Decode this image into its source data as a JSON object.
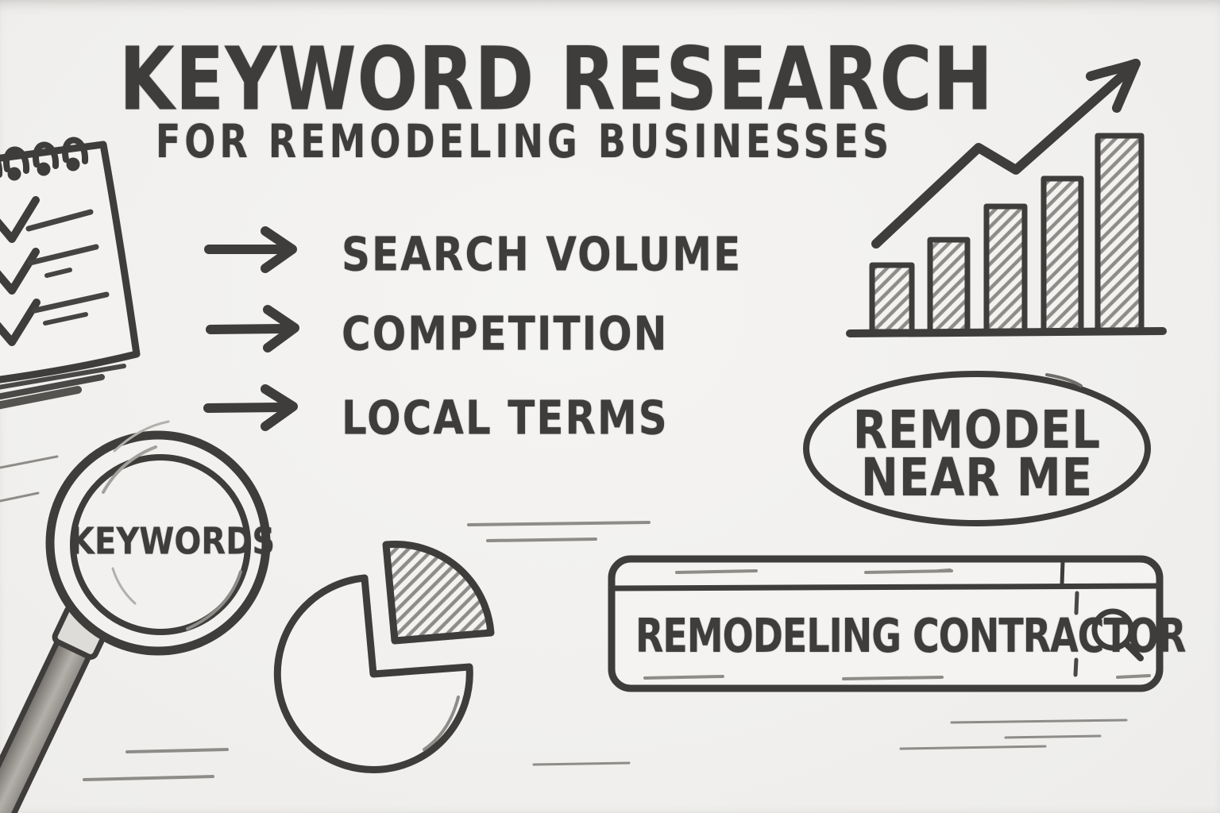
{
  "page": {
    "paper_color": "#f1f0ee",
    "ink_color": "#3e3d3b",
    "pencil_gray": "#8e8c88"
  },
  "title": {
    "main": "KEYWORD RESEARCH",
    "subtitle": "FOR REMODELING BUSINESSES"
  },
  "bullets": [
    {
      "label": "SEARCH VOLUME"
    },
    {
      "label": "COMPETITION"
    },
    {
      "label": "LOCAL TERMS"
    }
  ],
  "magnifier": {
    "label": "KEYWORDS"
  },
  "bubble": {
    "line1": "REMODEL",
    "line2": "NEAR ME"
  },
  "search": {
    "query": "REMODELING CONTRACTOR",
    "icon": "search-icon"
  },
  "notepad": {
    "checked_items": 3
  },
  "chart_data": [
    {
      "type": "bar",
      "title": "Rising keyword metric (sketch bar chart, unlabeled axes)",
      "categories": [
        "1",
        "2",
        "3",
        "4",
        "5"
      ],
      "values": [
        34,
        47,
        64,
        78,
        100
      ],
      "xlabel": "",
      "ylabel": "",
      "ylim": [
        0,
        100
      ],
      "grid": false,
      "legend": false,
      "annotations": [
        "upward trend arrow with one dip above the bars"
      ],
      "bar_fill": "diagonal-hatch"
    },
    {
      "type": "pie",
      "title": "Keyword share (sketch pie, unlabeled)",
      "slices": [
        {
          "label": "remainder",
          "value": 73,
          "fill": "plain",
          "exploded": false
        },
        {
          "label": "highlighted share",
          "value": 27,
          "fill": "diagonal-hatch",
          "exploded": true
        }
      ]
    }
  ]
}
